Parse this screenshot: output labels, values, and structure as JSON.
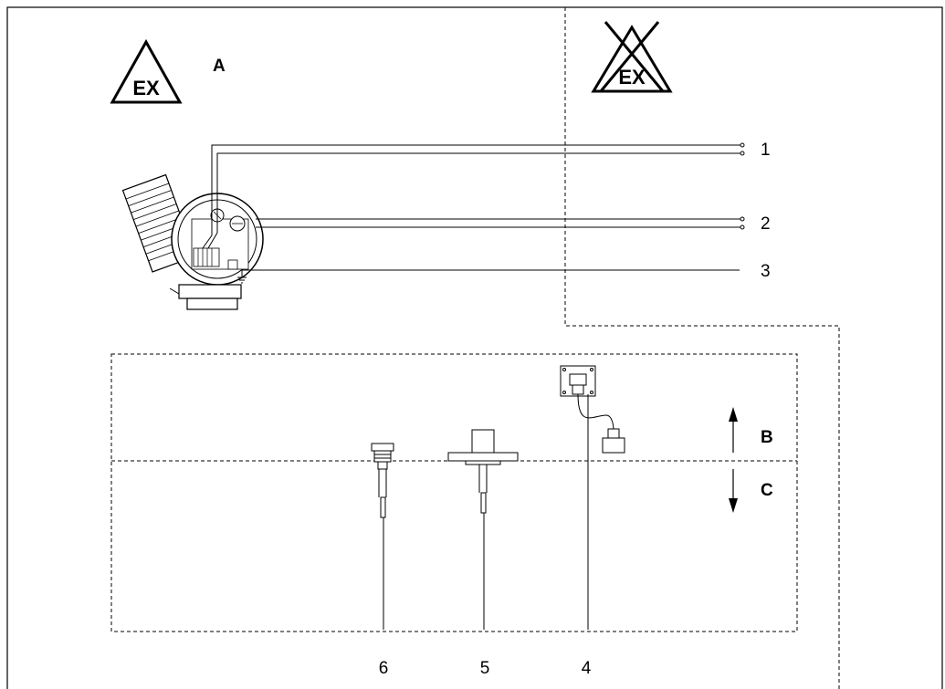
{
  "hazard_area": {
    "symbol_text": "EX",
    "label": "A",
    "non_hazard_symbol_text": "EX"
  },
  "callouts": {
    "c1": "1",
    "c2": "2",
    "c3": "3",
    "c4": "4",
    "c5": "5",
    "c6": "6"
  },
  "zones": {
    "above": "B",
    "below": "C"
  },
  "icons": [
    "ex-warning-icon",
    "ex-crossed-icon",
    "ground-icon",
    "arrow-up-icon",
    "arrow-down-icon"
  ]
}
